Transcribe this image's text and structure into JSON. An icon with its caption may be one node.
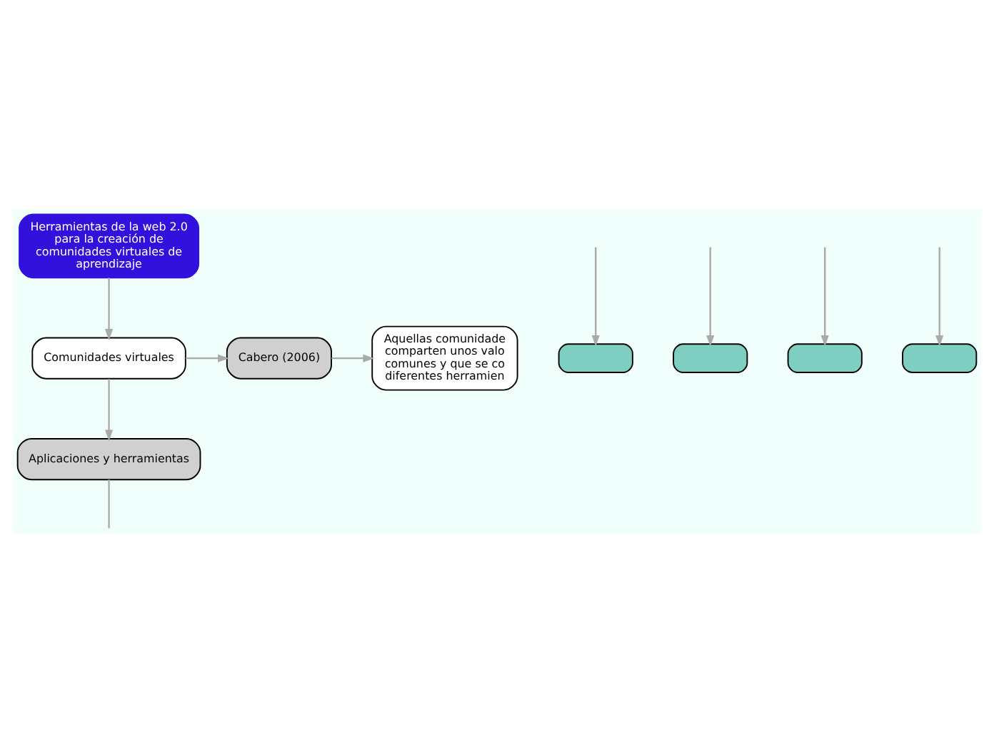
{
  "diagram": {
    "nodes": [
      {
        "text": [
          "Herramientas de la web 2.0 para la creación de comunidades virtuales de aprendizaje"
        ]
      },
      {
        "text": [
          "Comunidades virtuales"
        ]
      },
      {
        "text": [
          "Cabero (2006)"
        ]
      },
      {
        "text": [
          "Aquellas comunidade comparten unos valo comunes y que se co diferentes herramien"
        ]
      },
      {
        "text": [
          "Aplicaciones y herramientas"
        ]
      },
      {
        "text": [],
        "shape": "box"
      },
      {
        "text": [],
        "shape": "box"
      },
      {
        "text": [],
        "shape": "box"
      },
      {
        "text": [],
        "shape": "box"
      }
    ],
    "edges": [
      {
        "from": 0,
        "to": 1,
        "arrow": "to"
      },
      {
        "from": 1,
        "to": 2,
        "arrow": "to"
      },
      {
        "from": 2,
        "to": 3,
        "arrow": "to"
      },
      {
        "from": 1,
        "to": 4,
        "arrow": "to"
      },
      {
        "from": 4,
        "to": null,
        "arrow": "none"
      },
      {
        "from": null,
        "to": 5,
        "arrow": "to"
      },
      {
        "from": null,
        "to": 6,
        "arrow": "to"
      },
      {
        "from": null,
        "to": 7,
        "arrow": "to"
      },
      {
        "from": null,
        "to": 8,
        "arrow": "to"
      }
    ]
  }
}
